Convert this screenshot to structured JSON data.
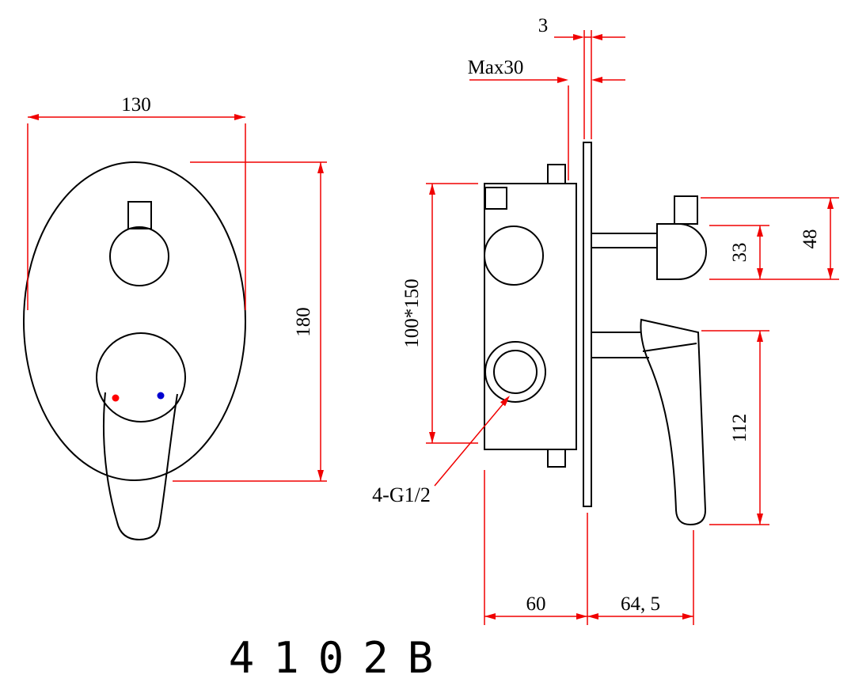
{
  "title": "4102B",
  "colors": {
    "geometry": "#000000",
    "dimension": "#f00000",
    "text": "#000000",
    "hot_indicator": "#ff0000",
    "cold_indicator": "#0000d0",
    "background": "#ffffff"
  },
  "labels": {
    "plate_width": "130",
    "plate_height": "180",
    "wall_plate_thickness": "3",
    "max_wall_depth": "Max30",
    "rough_in_box": "100*150",
    "spout_block_height": "33",
    "spout_overall_height": "48",
    "handle_length": "112",
    "connection_thread": "4-G1/2",
    "body_depth": "60",
    "handle_projection": "64, 5"
  }
}
